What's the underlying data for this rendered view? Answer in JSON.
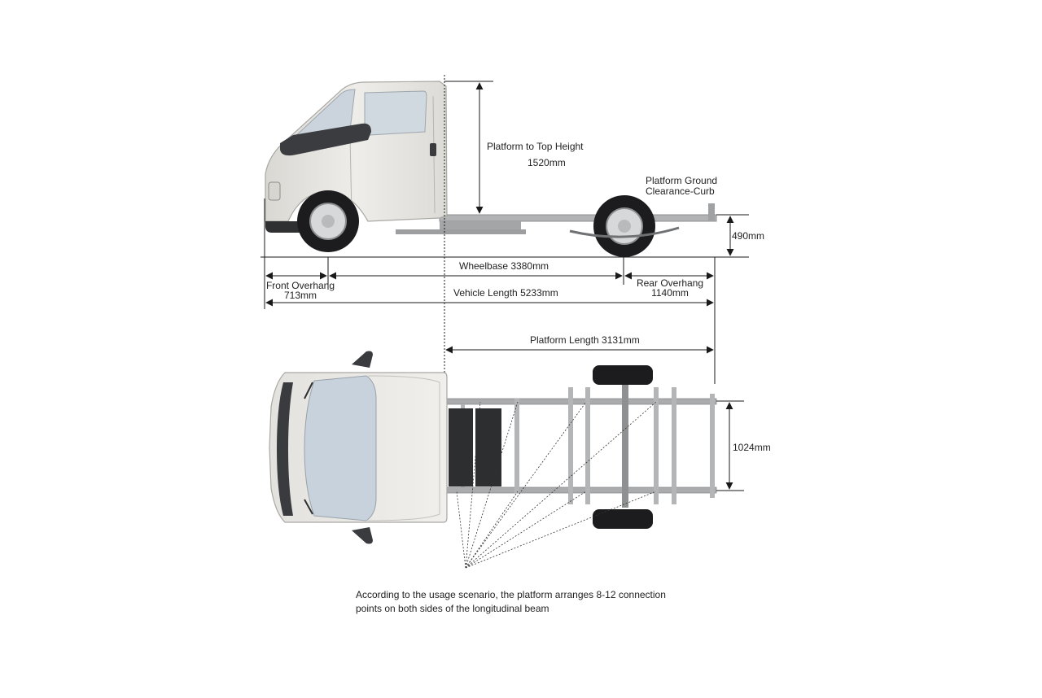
{
  "side_view": {
    "platform_to_top_height_label": "Platform to Top Height",
    "platform_to_top_height_value": "1520mm",
    "ground_clearance_label_line1": "Platform Ground",
    "ground_clearance_label_line2": "Clearance-Curb",
    "ground_clearance_value": "490mm",
    "wheelbase": "Wheelbase 3380mm",
    "front_overhang_label": "Front Overhang",
    "front_overhang_value": "713mm",
    "rear_overhang_label": "Rear Overhang",
    "rear_overhang_value": "1140mm",
    "vehicle_length": "Vehicle Length 5233mm"
  },
  "top_view": {
    "platform_length": "Platform Length 3131mm",
    "platform_width_value": "1024mm"
  },
  "caption": {
    "line1": "According to the usage scenario, the platform arranges 8-12 connection",
    "line2": "points on both sides of the longitudinal beam"
  },
  "colors": {
    "body_fill": "#e9e8e4",
    "body_shade": "#cfcec9",
    "glass": "#c7d2dc",
    "tire": "#1c1c1e",
    "frame": "#a9abad",
    "dimension_line": "#1a1a1a"
  }
}
